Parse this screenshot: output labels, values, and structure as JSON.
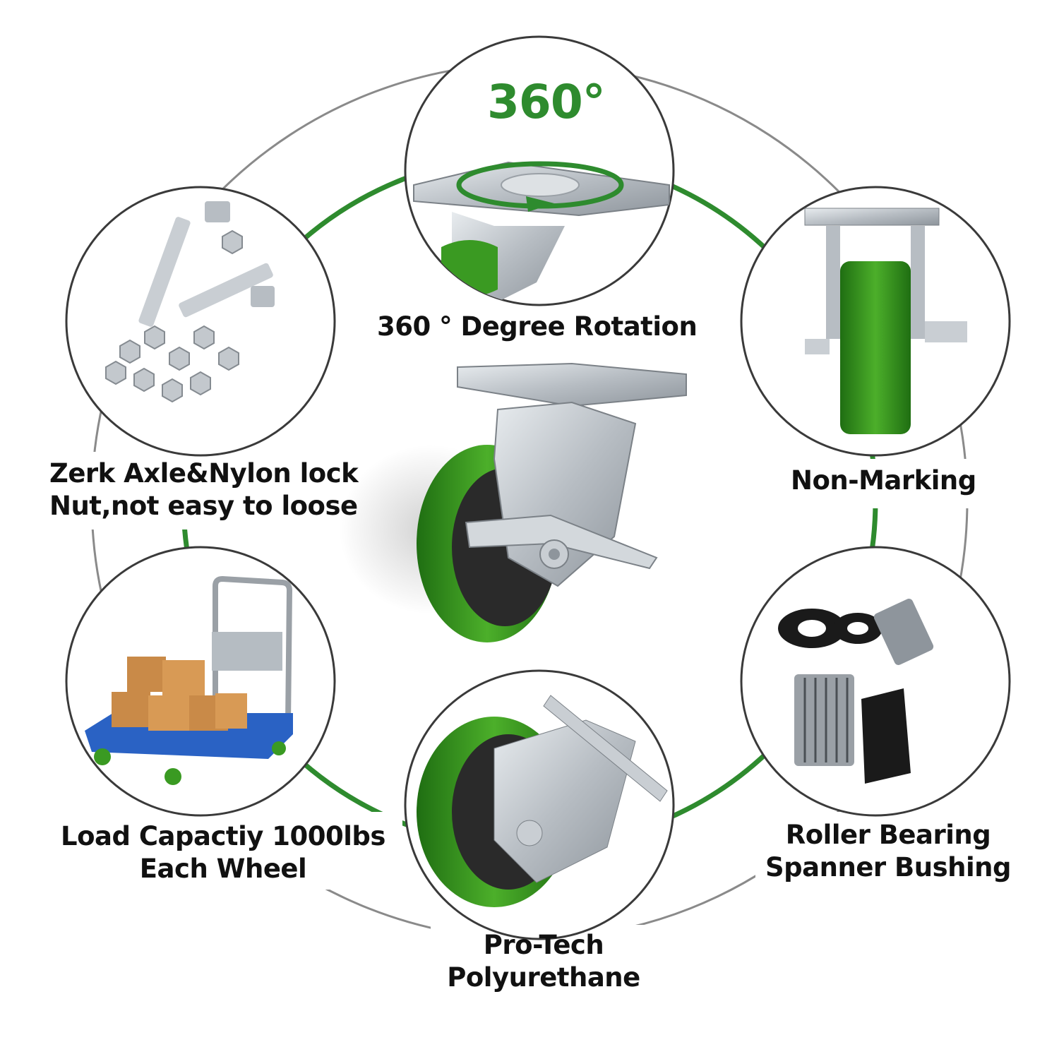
{
  "colors": {
    "accent_green": "#2e8b2e",
    "wheel_green": "#3a9a22",
    "wheel_green_dark": "#1f6e12",
    "ring_gray": "#8a8a8a",
    "circle_border": "#3a3a3a",
    "steel": "#c9ced3"
  },
  "features": {
    "top": {
      "badge": "360°",
      "label": "360 ° Degree Rotation",
      "icon": "caster-top-view-rotation-icon"
    },
    "left_upper": {
      "line1": "Zerk Axle&Nylon lock",
      "line2": "Nut,not easy to loose",
      "icon": "bolts-and-nuts-icon"
    },
    "right_upper": {
      "label": "Non-Marking",
      "icon": "caster-front-view-icon"
    },
    "left_lower": {
      "line1": "Load Capactiy 1000lbs",
      "line2": "Each Wheel",
      "icon": "platform-cart-icon"
    },
    "right_lower": {
      "line1": "Roller Bearing",
      "line2": "Spanner Bushing",
      "icon": "bearing-bushing-parts-icon"
    },
    "bottom": {
      "line1": "Pro-Tech",
      "line2": "Polyurethane",
      "icon": "caster-side-view-icon"
    }
  },
  "center_product": {
    "icon": "swivel-caster-with-brake-icon"
  }
}
